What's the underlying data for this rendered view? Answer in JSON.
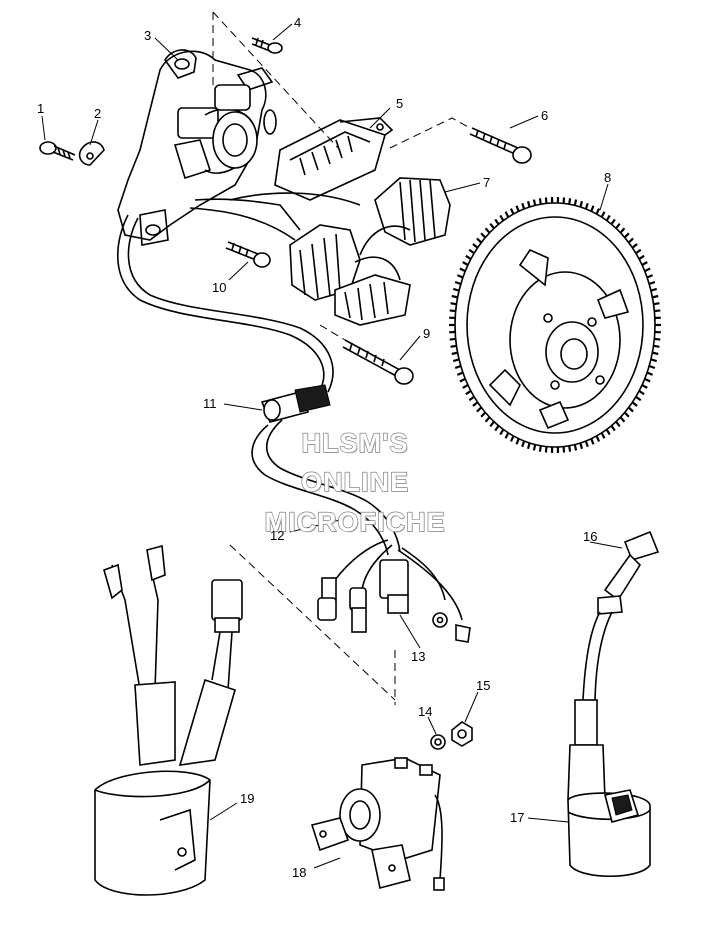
{
  "callouts": [
    {
      "id": "1",
      "label": "1"
    },
    {
      "id": "2",
      "label": "2"
    },
    {
      "id": "3",
      "label": "3"
    },
    {
      "id": "4",
      "label": "4"
    },
    {
      "id": "5",
      "label": "5"
    },
    {
      "id": "6",
      "label": "6"
    },
    {
      "id": "7",
      "label": "7"
    },
    {
      "id": "8",
      "label": "8"
    },
    {
      "id": "9",
      "label": "9"
    },
    {
      "id": "10",
      "label": "10"
    },
    {
      "id": "11",
      "label": "11"
    },
    {
      "id": "12",
      "label": "12"
    },
    {
      "id": "13",
      "label": "13"
    },
    {
      "id": "14",
      "label": "14"
    },
    {
      "id": "15",
      "label": "15"
    },
    {
      "id": "16",
      "label": "16"
    },
    {
      "id": "17",
      "label": "17"
    },
    {
      "id": "18",
      "label": "18"
    },
    {
      "id": "19",
      "label": "19"
    }
  ],
  "watermark": {
    "line1": "HLSM'S",
    "line2": "ONLINE",
    "line3": "MICROFICHE"
  }
}
